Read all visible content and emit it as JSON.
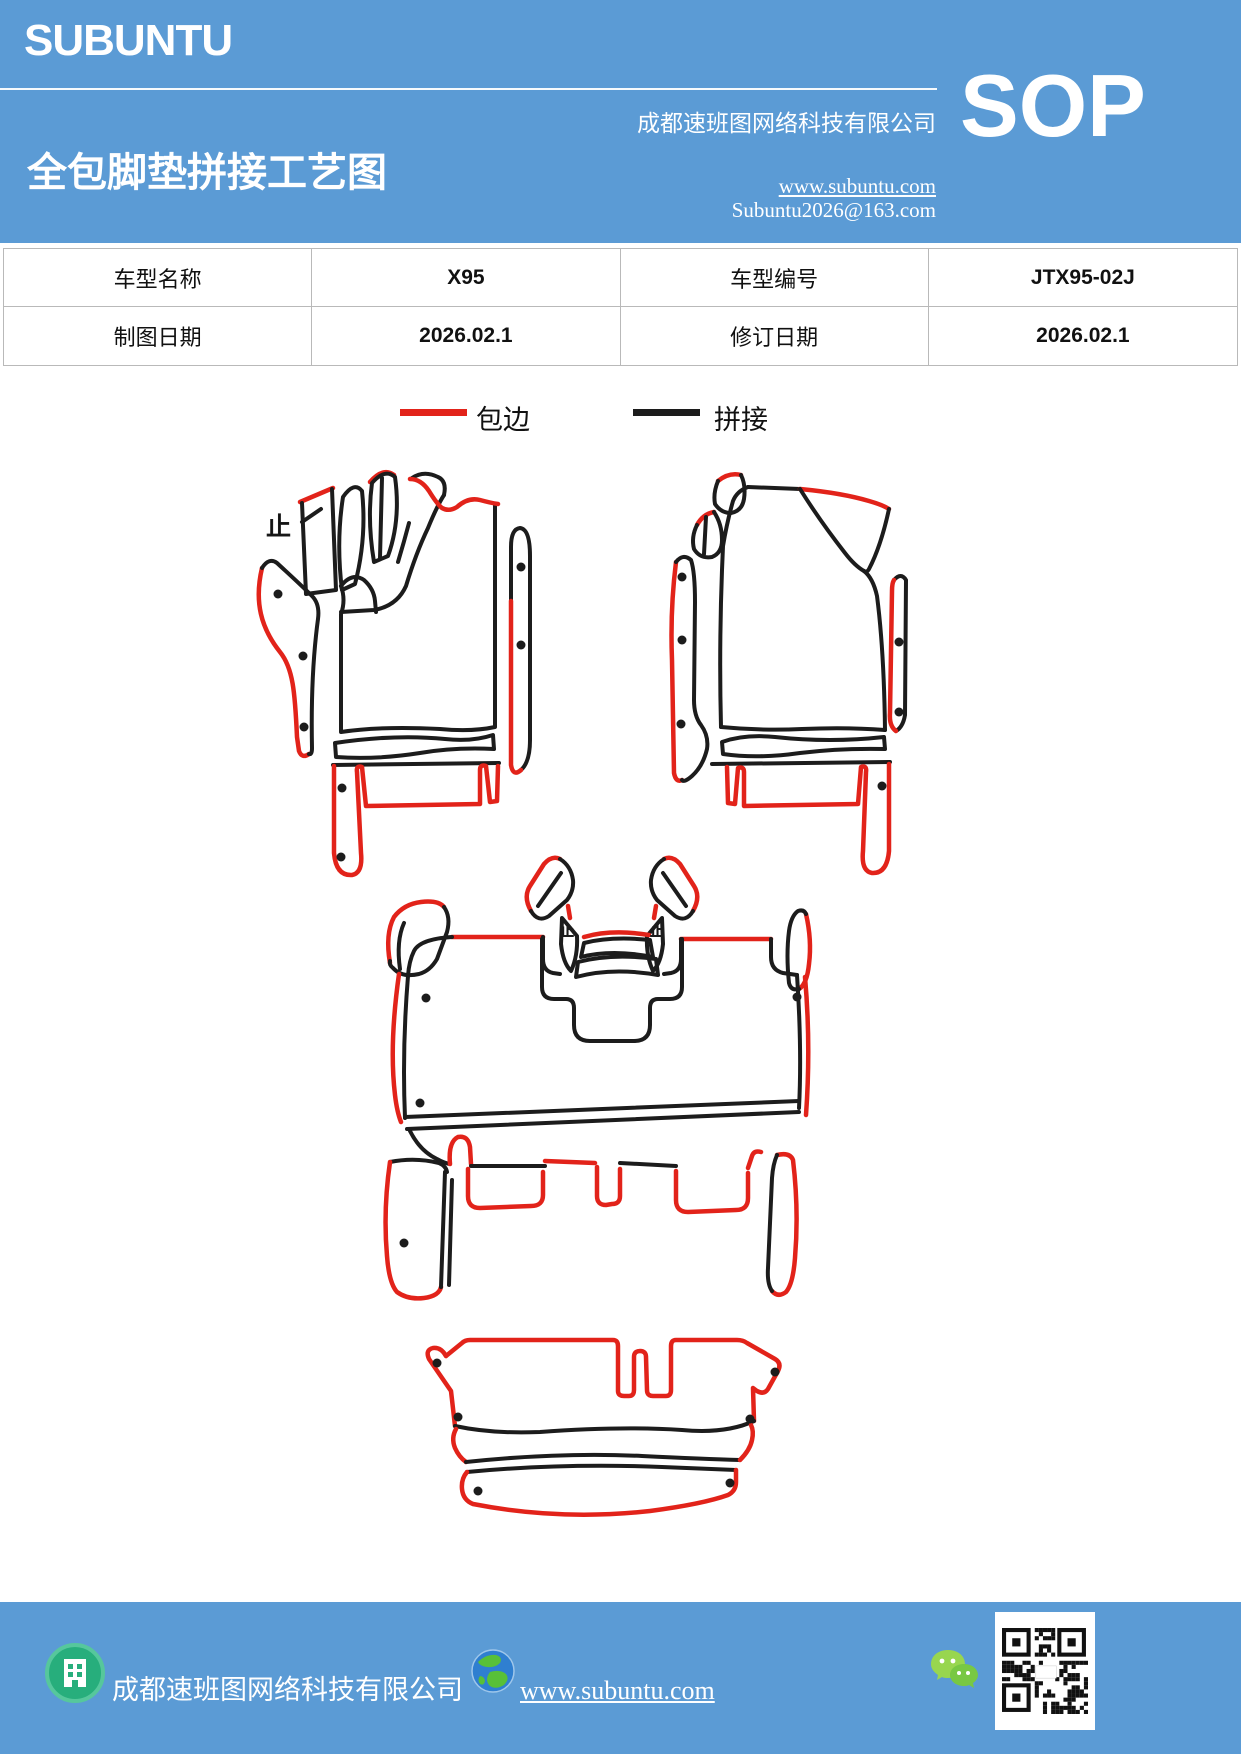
{
  "colors": {
    "accent_blue": "#5b9bd5",
    "edge_red": "#e2231a",
    "splice_black": "#1c1c1c",
    "table_border": "#b9b9b9"
  },
  "header": {
    "logo": "SUBUNTU",
    "title": "全包脚垫拼接工艺图",
    "company": "成都速班图网络科技有限公司",
    "sop_label": "SOP",
    "website": "www.subuntu.com",
    "email": "Subuntu2026@163.com"
  },
  "info_table": {
    "rows": [
      {
        "label1": "车型名称",
        "value1": "X95",
        "label2": "车型编号",
        "value2": "JTX95-02J"
      },
      {
        "label1": "制图日期",
        "value1": "2026.02.1",
        "label2": "修订日期",
        "value2": "2026.02.1"
      }
    ]
  },
  "legend": {
    "items": [
      {
        "label": "包边",
        "color": "#e2231a"
      },
      {
        "label": "拼接",
        "color": "#1c1c1c"
      }
    ]
  },
  "diagram": {
    "annotations": {
      "front_left_stop": "止",
      "tunnel_stop_left": "止",
      "tunnel_stop_right": "止"
    }
  },
  "footer": {
    "company": "成都速班图网络科技有限公司",
    "website": "www.subuntu.com",
    "icons": [
      "building-icon",
      "globe-icon",
      "wechat-icon",
      "qr-code"
    ]
  }
}
